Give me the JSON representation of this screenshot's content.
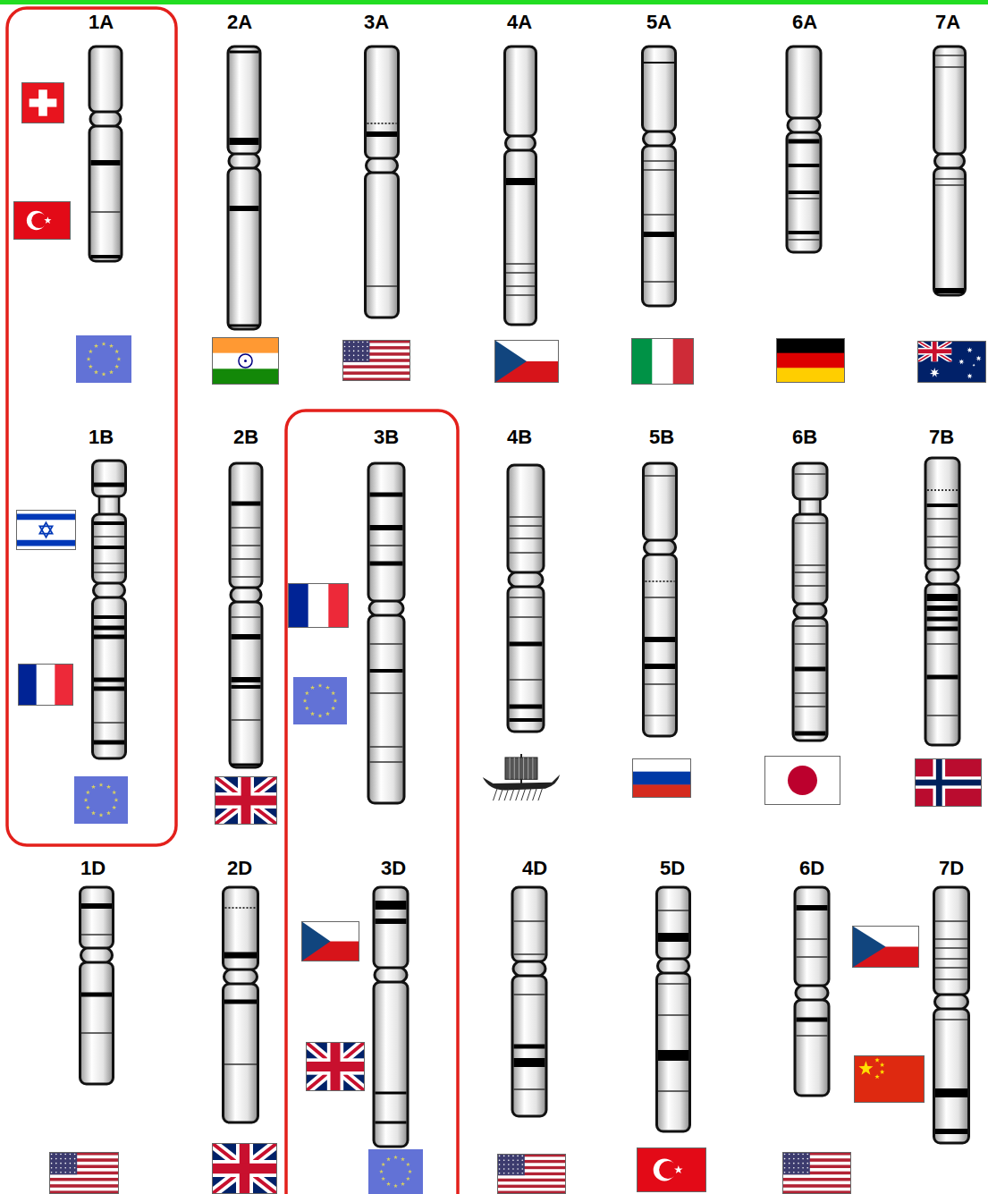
{
  "diagram": {
    "nodes": [
      {
        "text": [
          "1A"
        ]
      },
      {
        "text": [
          "2A"
        ]
      },
      {
        "text": [
          "3A"
        ]
      },
      {
        "text": [
          "4A"
        ]
      },
      {
        "text": [
          "5A"
        ]
      },
      {
        "text": [
          "6A"
        ]
      },
      {
        "text": [
          "7A"
        ]
      },
      {
        "text": [
          "1B"
        ]
      },
      {
        "text": [
          "2B"
        ]
      },
      {
        "text": [
          "3B"
        ]
      },
      {
        "text": [
          "4B"
        ]
      },
      {
        "text": [
          "5B"
        ]
      },
      {
        "text": [
          "6B"
        ]
      },
      {
        "text": [
          "7B"
        ]
      },
      {
        "text": [
          "1D"
        ]
      },
      {
        "text": [
          "2D"
        ]
      },
      {
        "text": [
          "3D"
        ]
      },
      {
        "text": [
          "4D"
        ]
      },
      {
        "text": [
          "5D"
        ]
      },
      {
        "text": [
          "6D"
        ]
      },
      {
        "text": [
          "7D"
        ]
      }
    ]
  }
}
